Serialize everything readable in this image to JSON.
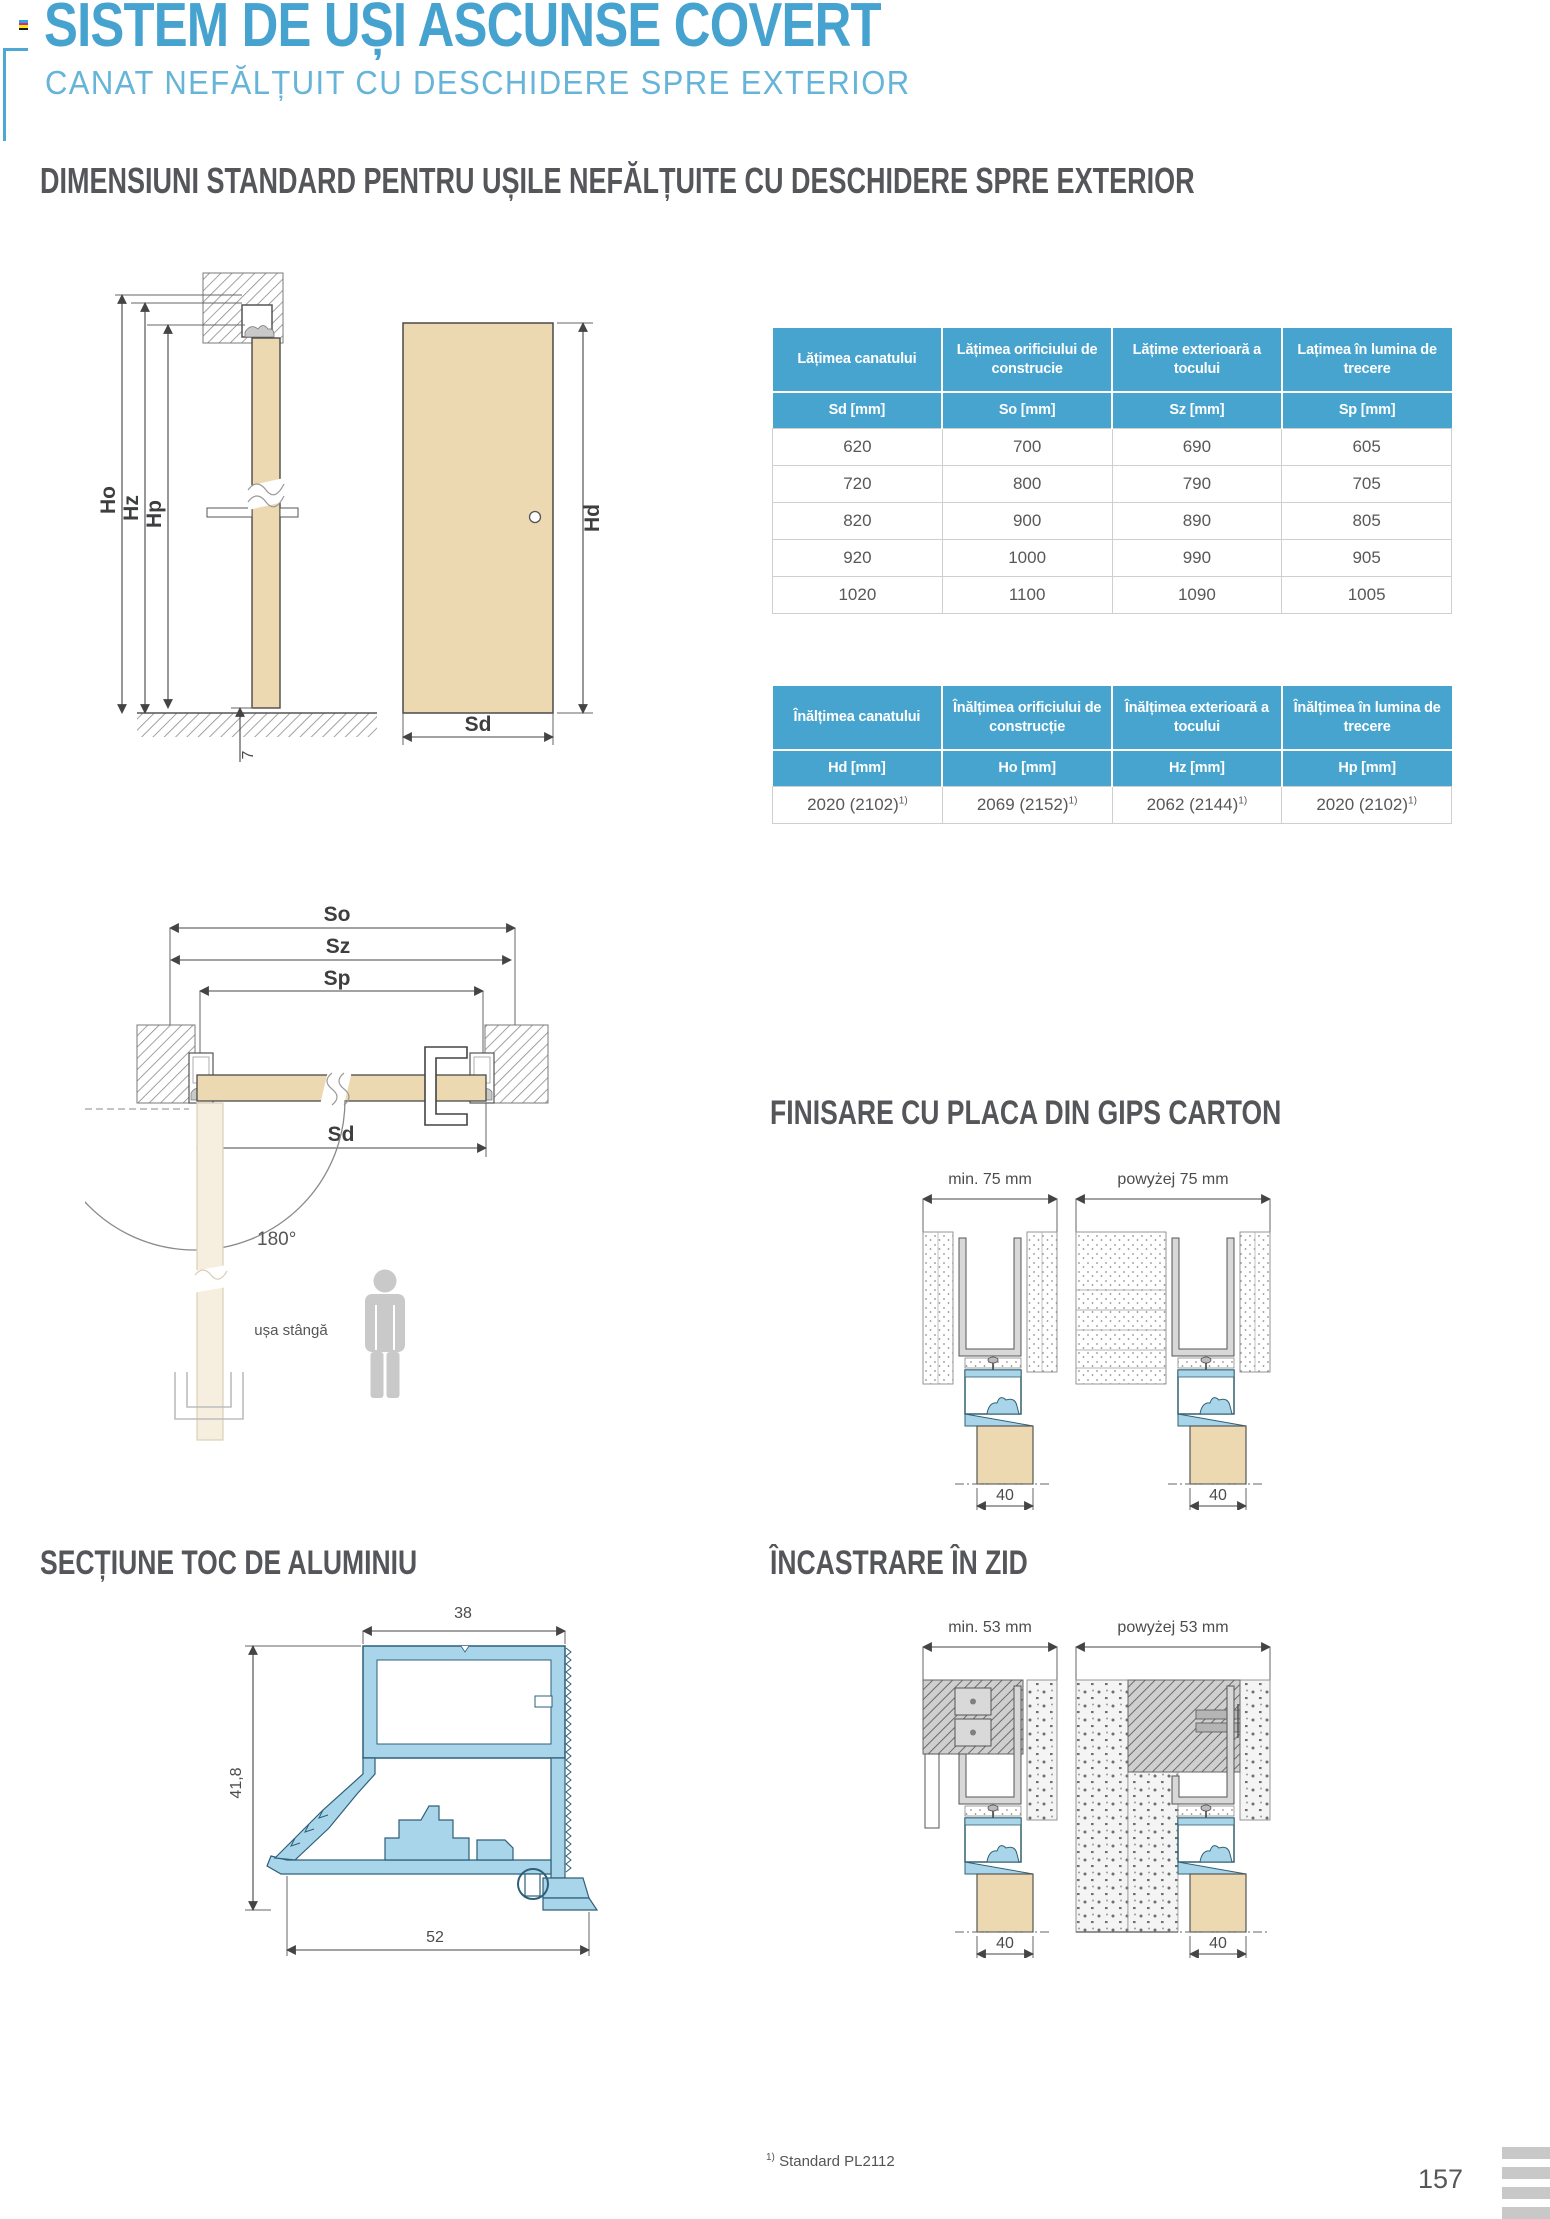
{
  "page": {
    "title": "SISTEM DE UȘI ASCUNSE COVERT",
    "subtitle": "CANAT NEFĂLȚUIT CU DESCHIDERE SPRE EXTERIOR",
    "dims_heading": "DIMENSIUNI STANDARD PENTRU UȘILE NEFĂLȚUITE CU DESCHIDERE SPRE EXTERIOR",
    "footnote_marker": "1)",
    "footnote_text": "Standard PL2112",
    "page_number": "157"
  },
  "colors": {
    "accent_blue": "#46A2CF",
    "subtitle_blue": "#66B4D8",
    "heading_gray": "#55565A",
    "table_header_blue": "#47A4CE",
    "door_tan": "#ECD8B1",
    "profile_blue": "#A9D5EA"
  },
  "side_view": {
    "ho": "Ho",
    "hz": "Hz",
    "hp": "Hp",
    "floor_gap": "7"
  },
  "front_view": {
    "hd": "Hd",
    "sd": "Sd"
  },
  "plan_view": {
    "so": "So",
    "sz": "Sz",
    "sp": "Sp",
    "sd": "Sd",
    "swing_angle": "180°",
    "door_label": "ușa stângă"
  },
  "width_table": {
    "col_headers": [
      "Lățimea canatului",
      "Lățimea orificiului de construcie",
      "Lățime exterioară a tocului",
      "Lațimea în lumina de trecere"
    ],
    "sub_headers": [
      "Sd [mm]",
      "So [mm]",
      "Sz [mm]",
      "Sp [mm]"
    ],
    "rows": [
      [
        "620",
        "700",
        "690",
        "605"
      ],
      [
        "720",
        "800",
        "790",
        "705"
      ],
      [
        "820",
        "900",
        "890",
        "805"
      ],
      [
        "920",
        "1000",
        "990",
        "905"
      ],
      [
        "1020",
        "1100",
        "1090",
        "1005"
      ]
    ]
  },
  "height_table": {
    "col_headers": [
      "Înălțimea canatului",
      "Înălțimea orificiului de construcție",
      "Înălțimea exterioară a tocului",
      "Înălțimea în lumina de trecere"
    ],
    "sub_headers": [
      "Hd [mm]",
      "Ho [mm]",
      "Hz [mm]",
      "Hp [mm]"
    ],
    "row": [
      "2020 (2102)",
      "2069 (2152)",
      "2062 (2144)",
      "2020 (2102)"
    ],
    "sup": "1)"
  },
  "gips": {
    "heading": "FINISARE CU PLACA DIN GIPS CARTON",
    "dim_left": "min. 75 mm",
    "dim_right": "powyżej 75 mm",
    "dim_bottom_left": "40",
    "dim_bottom_right": "40"
  },
  "aluminum": {
    "heading": "SECȚIUNE TOC DE ALUMINIU",
    "dim_width": "38",
    "dim_height": "41,8",
    "dim_base": "52"
  },
  "zid": {
    "heading": "ÎNCASTRARE ÎN ZID",
    "dim_left": "min. 53 mm",
    "dim_right": "powyżej 53 mm",
    "dim_bottom_left": "40",
    "dim_bottom_right": "40"
  }
}
